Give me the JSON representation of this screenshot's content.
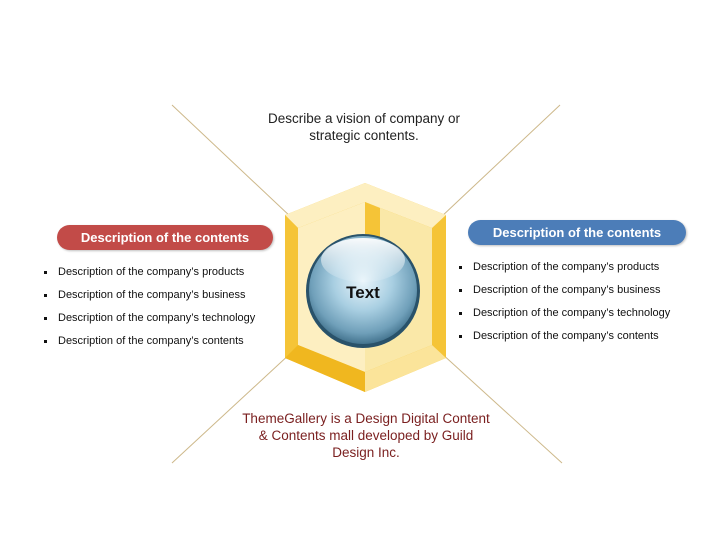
{
  "top_text": "Describe a vision of company or\nstrategic contents.",
  "center_label": "Text",
  "left_panel": {
    "title": "Description of the contents",
    "items": [
      "Description of the company’s products",
      "Description of the company’s business",
      "Description of the company’s technology",
      "Description of the company’s contents"
    ]
  },
  "right_panel": {
    "title": "Description of the contents",
    "items": [
      "Description of the company’s products",
      "Description of the company’s business",
      "Description of the company’s technology",
      "Description of the company’s contents"
    ]
  },
  "bottom_text": "ThemeGallery  is a Design Digital Content\n& Contents mall developed by Guild\nDesign Inc.",
  "colors": {
    "left_pill": "#c24b48",
    "right_pill": "#4c7db8",
    "hexagon_gold": "#f5c437",
    "hexagon_cream": "#fdefc1",
    "lines": "#cdb88a",
    "bottom_text": "#7a1f1f"
  }
}
